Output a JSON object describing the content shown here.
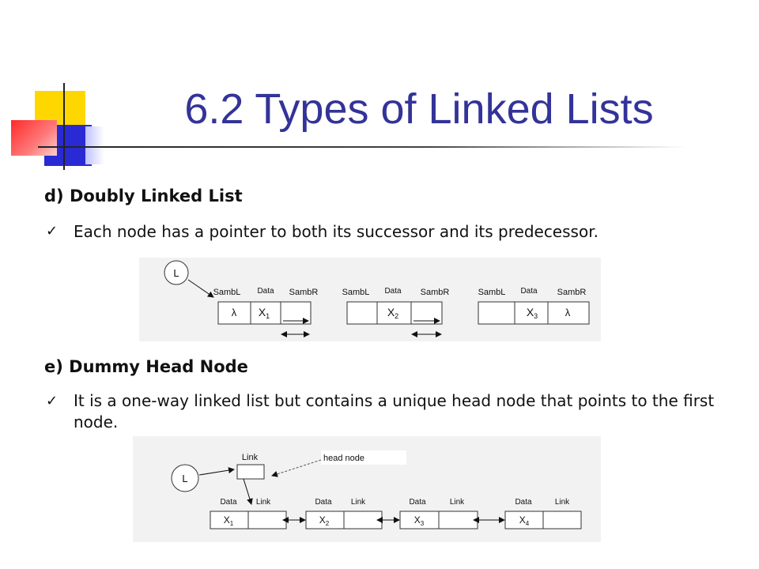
{
  "slide": {
    "title": "6.2 Types of Linked Lists",
    "section_d": {
      "heading": "d) Doubly Linked List",
      "bullet": "Each node has a pointer to both its successor and its predecessor.",
      "diagram": {
        "pointer_label": "L",
        "nodes": [
          {
            "left_label": "SambL",
            "data_label": "Data",
            "right_label": "SambR",
            "left": "λ",
            "data": "X",
            "data_sub": "1",
            "right": ""
          },
          {
            "left_label": "SambL",
            "data_label": "Data",
            "right_label": "SambR",
            "left": "",
            "data": "X",
            "data_sub": "2",
            "right": ""
          },
          {
            "left_label": "SambL",
            "data_label": "Data",
            "right_label": "SambR",
            "left": "",
            "data": "X",
            "data_sub": "3",
            "right": "λ"
          }
        ]
      }
    },
    "section_e": {
      "heading": "e) Dummy Head Node",
      "bullet": "It is a one-way linked list but contains a unique head node that points to the first node.",
      "diagram": {
        "pointer_label": "L",
        "head_link_label": "Link",
        "head_node_label": "head node",
        "nodes": [
          {
            "data_label": "Data",
            "link_label": "Link",
            "data": "X",
            "data_sub": "1"
          },
          {
            "data_label": "Data",
            "link_label": "Link",
            "data": "X",
            "data_sub": "2"
          },
          {
            "data_label": "Data",
            "link_label": "Link",
            "data": "X",
            "data_sub": "3"
          },
          {
            "data_label": "Data",
            "link_label": "Link",
            "data": "X",
            "data_sub": "4"
          }
        ]
      }
    }
  },
  "colors": {
    "title": "#333399",
    "accent_yellow": "#ffd700",
    "accent_blue": "#2a2ad4",
    "accent_red": "#ff2a2a",
    "diagram_bg": "#f2f2f2"
  }
}
